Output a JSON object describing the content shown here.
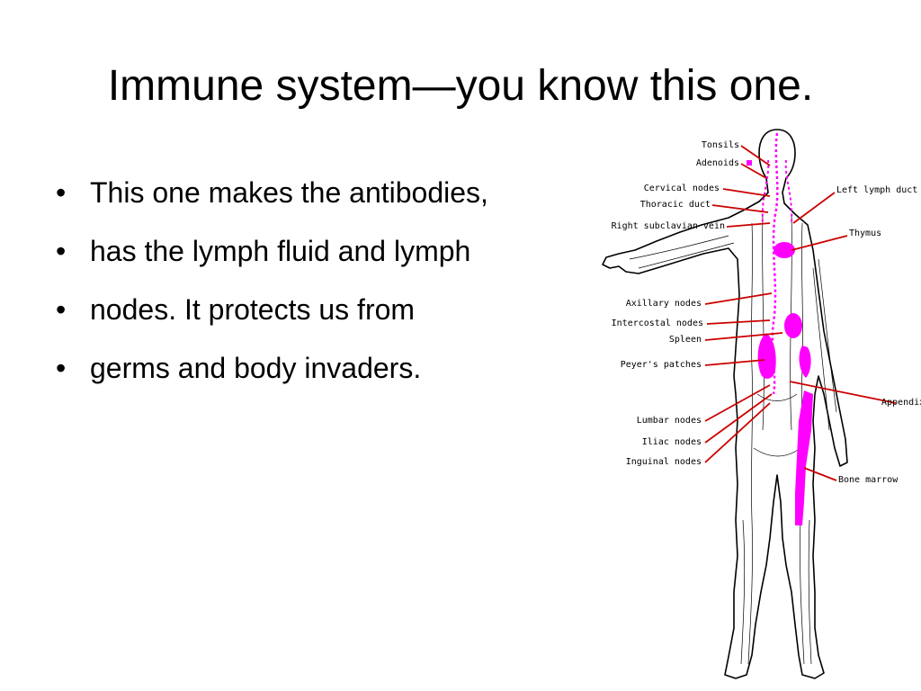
{
  "slide": {
    "title": "Immune system—you know this one.",
    "bullets": [
      "This one makes the antibodies,",
      "has the lymph fluid and lymph",
      "nodes. It protects us from",
      "germs and body invaders."
    ]
  },
  "diagram": {
    "labels": {
      "tonsils": "Tonsils",
      "adenoids": "Adenoids",
      "cervical_nodes": "Cervical nodes",
      "thoracic_duct": "Thoracic duct",
      "right_subclavian_vein": "Right subclavian vein",
      "axillary_nodes": "Axillary nodes",
      "intercostal_nodes": "Intercostal nodes",
      "spleen": "Spleen",
      "peyers_patches": "Peyer's patches",
      "lumbar_nodes": "Lumbar nodes",
      "iliac_nodes": "Iliac nodes",
      "inguinal_nodes": "Inguinal nodes",
      "left_lymph_duct": "Left lymph duct",
      "thymus": "Thymus",
      "appendix": "Appendix",
      "bone_marrow": "Bone marrow"
    },
    "colors": {
      "organ": "#ff00ff",
      "pointer": "#cc0000",
      "outline": "#000000"
    }
  }
}
